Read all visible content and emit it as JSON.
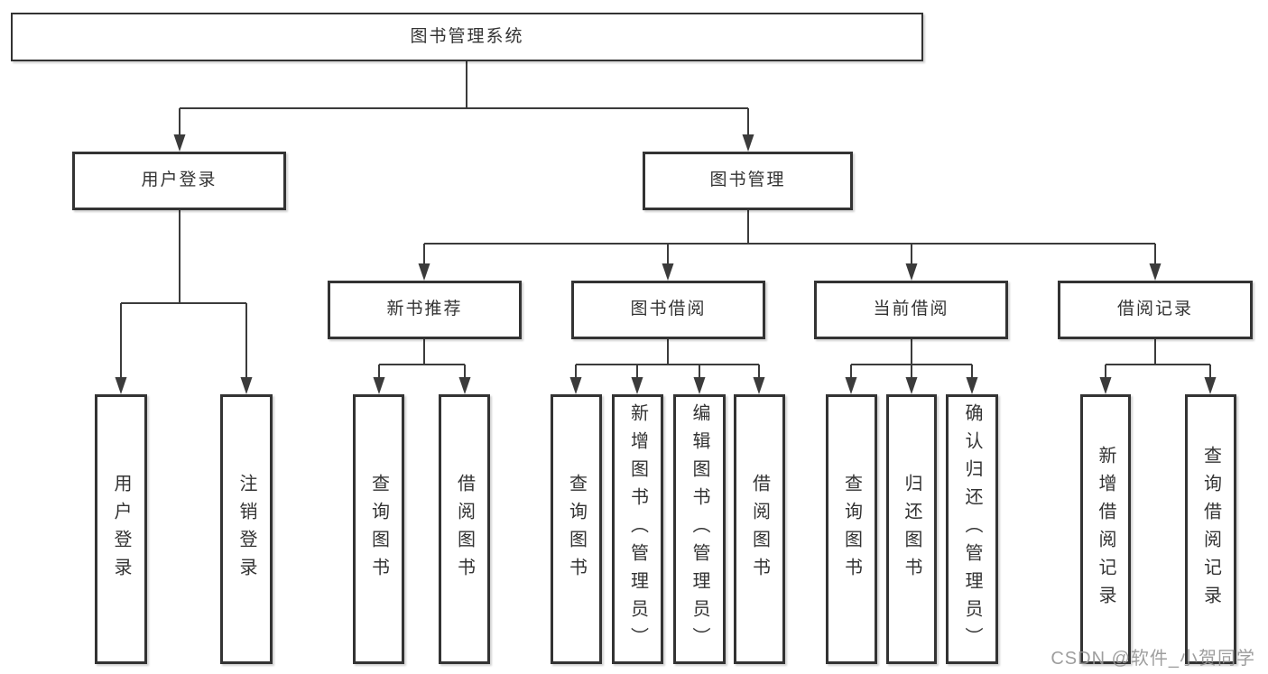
{
  "watermark": "CSDN @软件_小贺同学",
  "colors": {
    "line": "#3b3b3b",
    "border": "#333333",
    "text": "#333333",
    "watermark": "#969696",
    "background": "#ffffff"
  },
  "tree": {
    "label": "图书管理系统",
    "children": [
      {
        "label": "用户登录",
        "children": [
          {
            "label": "用户登录"
          },
          {
            "label": "注销登录"
          }
        ]
      },
      {
        "label": "图书管理",
        "children": [
          {
            "label": "新书推荐",
            "children": [
              {
                "label": "查询图书"
              },
              {
                "label": "借阅图书"
              }
            ]
          },
          {
            "label": "图书借阅",
            "children": [
              {
                "label": "查询图书"
              },
              {
                "label": "新增图书（管理员）"
              },
              {
                "label": "编辑图书（管理员）"
              },
              {
                "label": "借阅图书"
              }
            ]
          },
          {
            "label": "当前借阅",
            "children": [
              {
                "label": "查询图书"
              },
              {
                "label": "归还图书"
              },
              {
                "label": "确认归还（管理员）"
              }
            ]
          },
          {
            "label": "借阅记录",
            "children": [
              {
                "label": "新增借阅记录"
              },
              {
                "label": "查询借阅记录"
              }
            ]
          }
        ]
      }
    ]
  }
}
